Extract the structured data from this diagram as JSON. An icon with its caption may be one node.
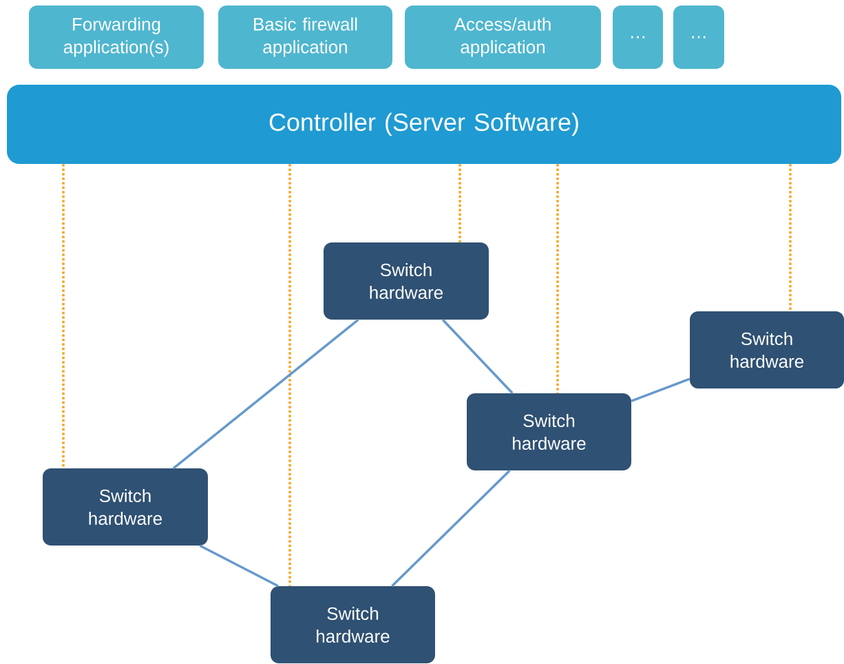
{
  "diagram": {
    "nodes": [
      {
        "text": [
          "Forwarding application(s)"
        ]
      },
      {
        "text": [
          "Basic firewall application"
        ]
      },
      {
        "text": [
          "Access/auth application"
        ]
      },
      {
        "text": [
          "…"
        ]
      },
      {
        "text": [
          "…"
        ]
      },
      {
        "text": [
          "Controller (Server Software)"
        ]
      },
      {
        "text": [
          "Switch hardware"
        ]
      },
      {
        "text": [
          "Switch hardware"
        ]
      },
      {
        "text": [
          "Switch hardware"
        ]
      },
      {
        "text": [
          "Switch hardware"
        ]
      },
      {
        "text": [
          "Switch hardware"
        ]
      }
    ],
    "edges": [
      {
        "from": 5,
        "to": 9,
        "arrow": "none",
        "style": "dashed",
        "color": "#f5a623"
      },
      {
        "from": 5,
        "to": 10,
        "arrow": "none",
        "style": "dashed",
        "color": "#f5a623"
      },
      {
        "from": 5,
        "to": 6,
        "arrow": "none",
        "style": "dashed",
        "color": "#f5a623"
      },
      {
        "from": 5,
        "to": 8,
        "arrow": "none",
        "style": "dashed",
        "color": "#f5a623"
      },
      {
        "from": 5,
        "to": 7,
        "arrow": "none",
        "style": "dashed",
        "color": "#f5a623"
      },
      {
        "from": 9,
        "to": 6,
        "arrow": "none",
        "color": "#6699cc"
      },
      {
        "from": 6,
        "to": 8,
        "arrow": "none",
        "color": "#6699cc"
      },
      {
        "from": 8,
        "to": 7,
        "arrow": "none",
        "color": "#6699cc"
      },
      {
        "from": 9,
        "to": 10,
        "arrow": "none",
        "color": "#6699cc"
      },
      {
        "from": 10,
        "to": 8,
        "arrow": "none",
        "color": "#6699cc"
      }
    ]
  }
}
